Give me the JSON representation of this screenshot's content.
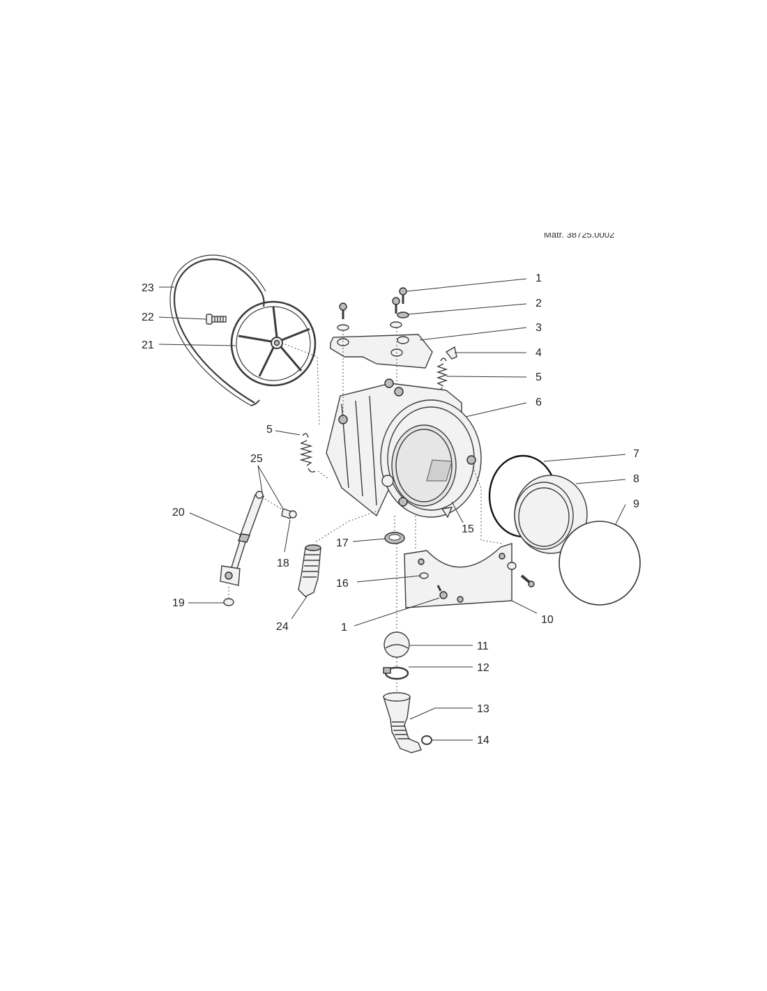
{
  "header": {
    "mat_label": "Matr. 38725.0002"
  },
  "parts": [
    {
      "id": "p1a",
      "number": "1"
    },
    {
      "id": "p2",
      "number": "2"
    },
    {
      "id": "p3",
      "number": "3"
    },
    {
      "id": "p4",
      "number": "4"
    },
    {
      "id": "p5a",
      "number": "5"
    },
    {
      "id": "p6",
      "number": "6"
    },
    {
      "id": "p7",
      "number": "7"
    },
    {
      "id": "p8",
      "number": "8"
    },
    {
      "id": "p9",
      "number": "9"
    },
    {
      "id": "p5b",
      "number": "5"
    },
    {
      "id": "p25",
      "number": "25"
    },
    {
      "id": "p20",
      "number": "20"
    },
    {
      "id": "p18",
      "number": "18"
    },
    {
      "id": "p17",
      "number": "17"
    },
    {
      "id": "p15",
      "number": "15"
    },
    {
      "id": "p16",
      "number": "16"
    },
    {
      "id": "p10",
      "number": "10"
    },
    {
      "id": "p19",
      "number": "19"
    },
    {
      "id": "p24",
      "number": "24"
    },
    {
      "id": "p1b",
      "number": "1"
    },
    {
      "id": "p11",
      "number": "11"
    },
    {
      "id": "p12",
      "number": "12"
    },
    {
      "id": "p13",
      "number": "13"
    },
    {
      "id": "p14",
      "number": "14"
    },
    {
      "id": "p23",
      "number": "23"
    },
    {
      "id": "p22",
      "number": "22"
    },
    {
      "id": "p21",
      "number": "21"
    }
  ]
}
